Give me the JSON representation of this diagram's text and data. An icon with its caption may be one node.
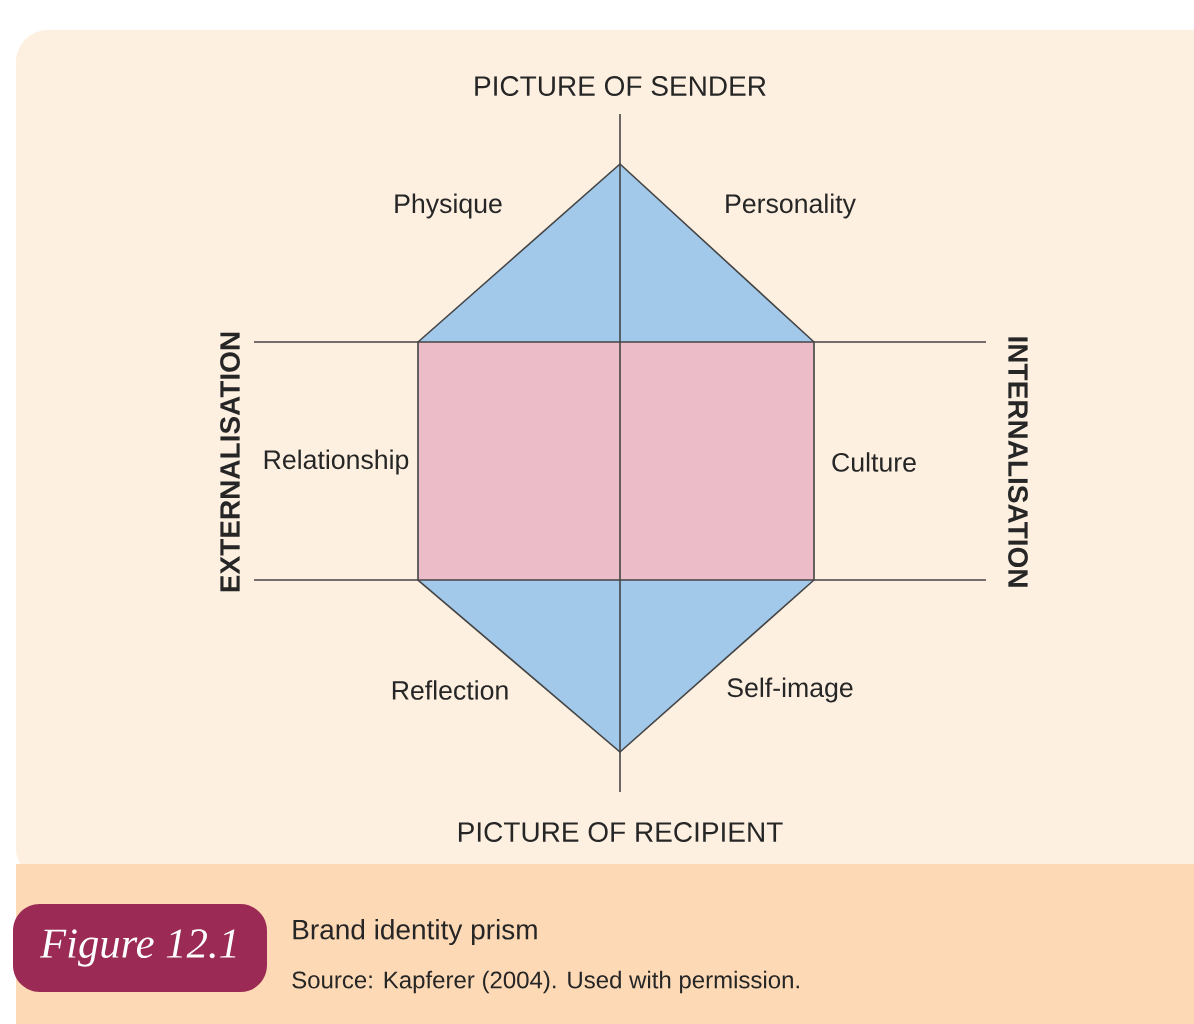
{
  "diagram": {
    "caption": "Brand identity prism",
    "labels": [
      "PICTURE OF SENDER",
      "Physique",
      "Personality",
      "EXTERNALISATION",
      "Relationship",
      "Culture",
      "INTERNALISATION",
      "Reflection",
      "Self-image",
      "PICTURE OF RECIPIENT",
      "Figure 12.1",
      "Source: Kapferer (2004). Used with permission."
    ]
  }
}
